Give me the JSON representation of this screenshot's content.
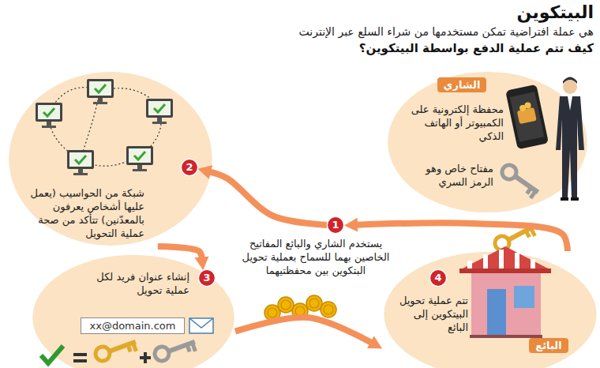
{
  "diagram": {
    "title": "البيتكوين",
    "nodes": [
      {
        "text": [
          "الشاري",
          "محفظة إلكترونية على الكمبيوتر أو الهاتف الذكي",
          "مفتاح خاص وهو الرمز السري"
        ]
      },
      {
        "text": [
          "1"
        ]
      },
      {
        "text": [
          "شبكة من الحواسيب (يعمل عليها أشخاص يعرفون بالمعدّنين) تتأكد من صحة عملية التحويل"
        ]
      },
      {
        "text": [
          "2"
        ],
        "in": 2
      },
      {
        "text": [
          "إنشاء عنوان فريد لكل عملية تحويل",
          "xx@domain.com"
        ]
      },
      {
        "text": [
          "3"
        ],
        "in": 4
      },
      {
        "text": [
          "تتم عملية تحويل البيتكوين إلى البائع",
          "البائع"
        ]
      },
      {
        "text": [
          "4"
        ],
        "in": 6
      }
    ],
    "edges": [
      {
        "from": 6,
        "to": 1,
        "arrow": "to"
      },
      {
        "from": 1,
        "to": 3,
        "arrow": "to"
      },
      {
        "from": 2,
        "to": 5,
        "arrow": "to"
      },
      {
        "from": 4,
        "to": 6,
        "arrow": "to"
      }
    ],
    "labels": [
      "هي عملة افتراضية تمكن مستخدمها من شراء السلع عبر الإنترنت",
      "كيف تتم عملية الدفع بواسطة البيتكوين؟",
      "يستخدم الشاري والبائع المفاتيح الخاصين بهما للسماح بعملية تحويل البتكوين بين محفظتيهما"
    ]
  }
}
